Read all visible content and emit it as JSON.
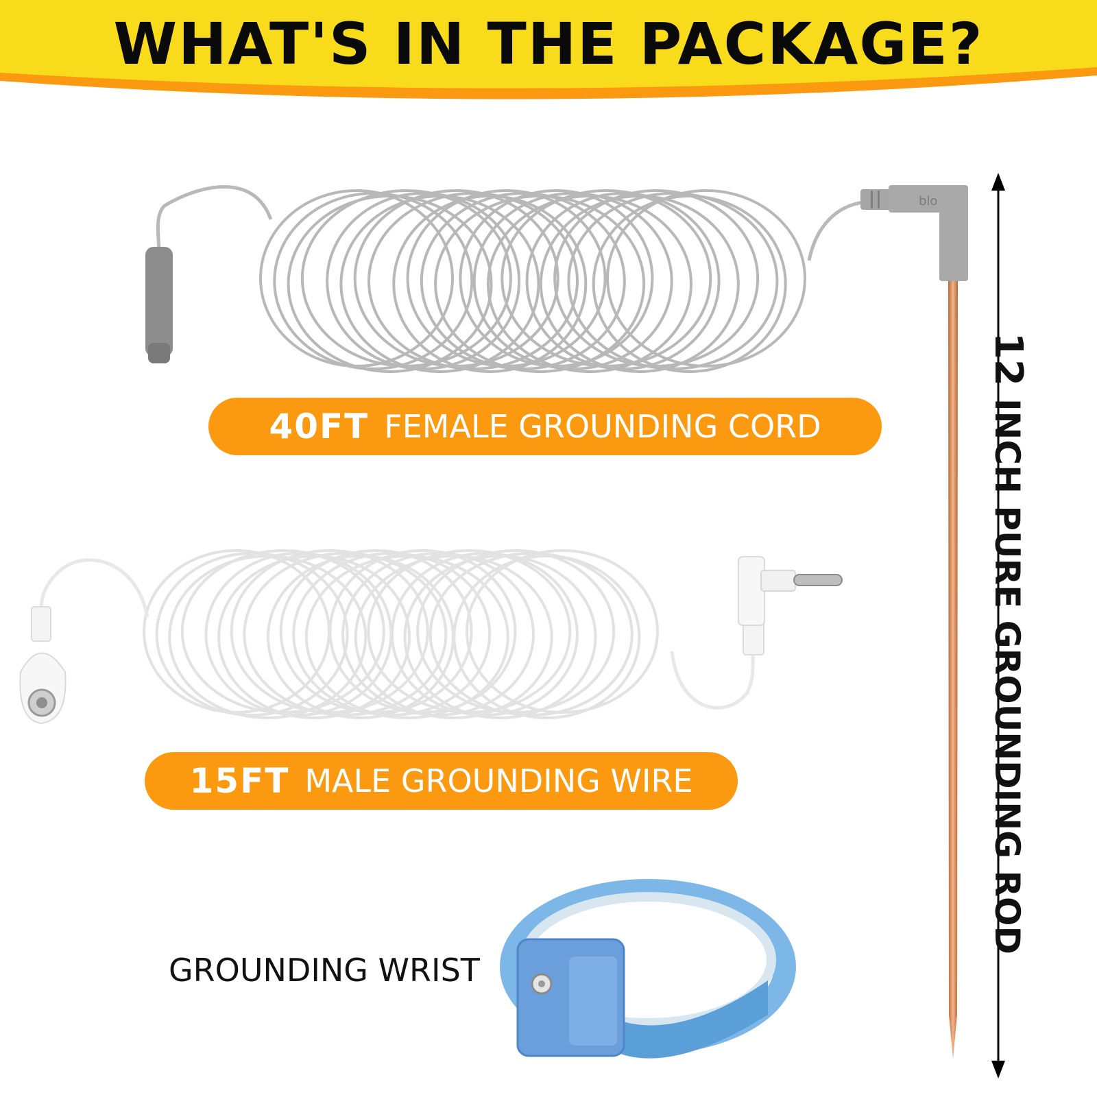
{
  "header": {
    "title": "WHAT'S IN THE PACKAGE?",
    "bg_color": "#f8dc1c",
    "accent_color": "#fb9a10"
  },
  "items": {
    "female_cord": {
      "length": "40FT",
      "label": "FEMALE GROUNDING CORD",
      "brand_mark": "blo"
    },
    "male_wire": {
      "length": "15FT",
      "label": "MALE GROUNDING WIRE"
    },
    "wrist": {
      "label": "GROUNDING WRIST"
    },
    "rod": {
      "length": "12",
      "label": "INCH PURE GROUNDING ROD"
    }
  },
  "colors": {
    "pill": "#fb9a10",
    "grey_cord": "#b8b8b8",
    "white_cord": "#f2f2f2",
    "copper": "#d28a5a",
    "wrist_blue": "#6fa6dc"
  },
  "icons": [
    "coiled-cord-illustration",
    "copper-rod-illustration",
    "wrist-strap-illustration",
    "dimension-arrow-icon"
  ]
}
